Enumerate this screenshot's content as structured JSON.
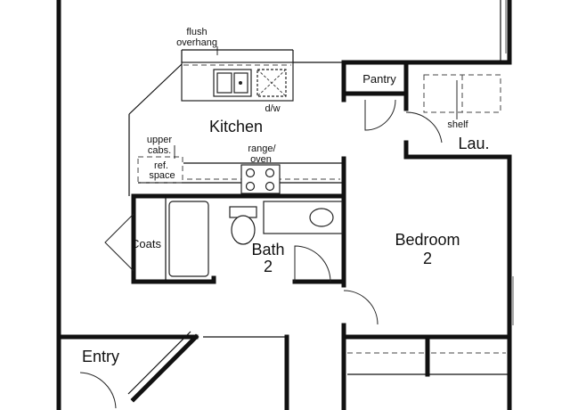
{
  "rooms": {
    "kitchen": "Kitchen",
    "pantry": "Pantry",
    "laundry": "Lau.",
    "bath_line1": "Bath",
    "bath_line2": "2",
    "bedroom_line1": "Bedroom",
    "bedroom_line2": "2",
    "coats": "Coats",
    "entry": "Entry"
  },
  "annotations": {
    "flush_line1": "flush",
    "flush_line2": "overhang",
    "dw": "d/w",
    "upper_line1": "upper",
    "upper_line2": "cabs.",
    "ref_line1": "ref.",
    "ref_line2": "space",
    "range_line1": "range/",
    "range_line2": "oven",
    "shelf": "shelf"
  }
}
